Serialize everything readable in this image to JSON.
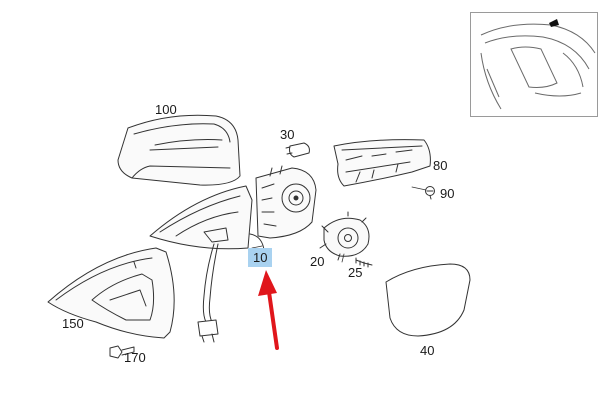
{
  "diagram": {
    "callouts": [
      {
        "id": "p100",
        "text": "100"
      },
      {
        "id": "p30",
        "text": "30"
      },
      {
        "id": "p80",
        "text": "80"
      },
      {
        "id": "p90",
        "text": "90"
      },
      {
        "id": "p10",
        "text": "10",
        "highlighted": true
      },
      {
        "id": "p20",
        "text": "20"
      },
      {
        "id": "p25",
        "text": "25"
      },
      {
        "id": "p150",
        "text": "150"
      },
      {
        "id": "p40",
        "text": "40"
      },
      {
        "id": "p170",
        "text": "170"
      }
    ],
    "highlight_color": "#a9d2f0",
    "arrow_color": "#e0161b",
    "inset_marker_color": "#111111"
  }
}
